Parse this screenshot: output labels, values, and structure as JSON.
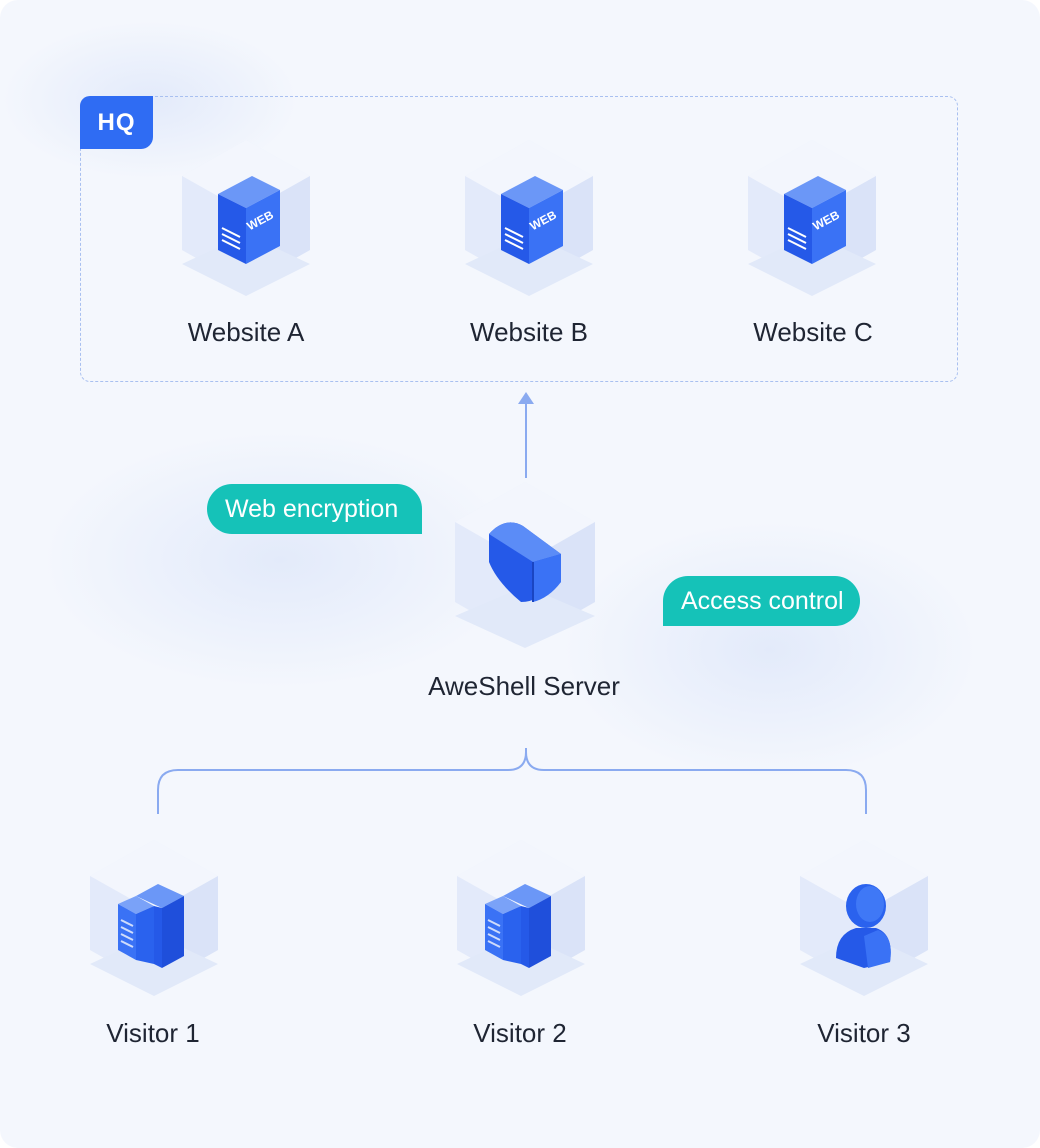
{
  "hq": {
    "tag": "HQ"
  },
  "websites": [
    {
      "label": "Website A"
    },
    {
      "label": "Website B"
    },
    {
      "label": "Website C"
    }
  ],
  "server": {
    "label": "AweShell Server"
  },
  "features": {
    "web_encryption": "Web encryption",
    "access_control": "Access control"
  },
  "visitors": [
    {
      "label": "Visitor 1",
      "icon": "building-icon"
    },
    {
      "label": "Visitor 2",
      "icon": "building-icon"
    },
    {
      "label": "Visitor 3",
      "icon": "user-icon"
    }
  ],
  "web_badge": "WEB",
  "colors": {
    "accent": "#2f6cf3",
    "teal": "#15c2b8",
    "line": "#8aaaf0",
    "background": "#f4f7fd"
  }
}
